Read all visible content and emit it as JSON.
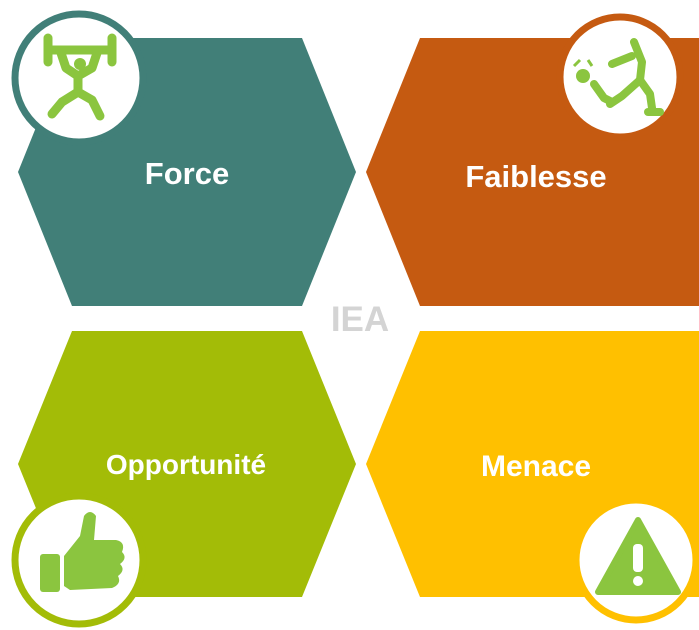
{
  "center_label": "IEA",
  "quadrants": {
    "force": {
      "label": "Force",
      "color": "#417F78",
      "icon": "weightlifter-icon"
    },
    "faiblesse": {
      "label": "Faiblesse",
      "color": "#C55A11",
      "icon": "falling-person-icon"
    },
    "opportunite": {
      "label": "Opportunité",
      "color": "#A3BC07",
      "icon": "thumbs-up-icon"
    },
    "menace": {
      "label": "Menace",
      "color": "#FFC000",
      "icon": "warning-icon"
    }
  },
  "icon_color": "#8BC53F"
}
